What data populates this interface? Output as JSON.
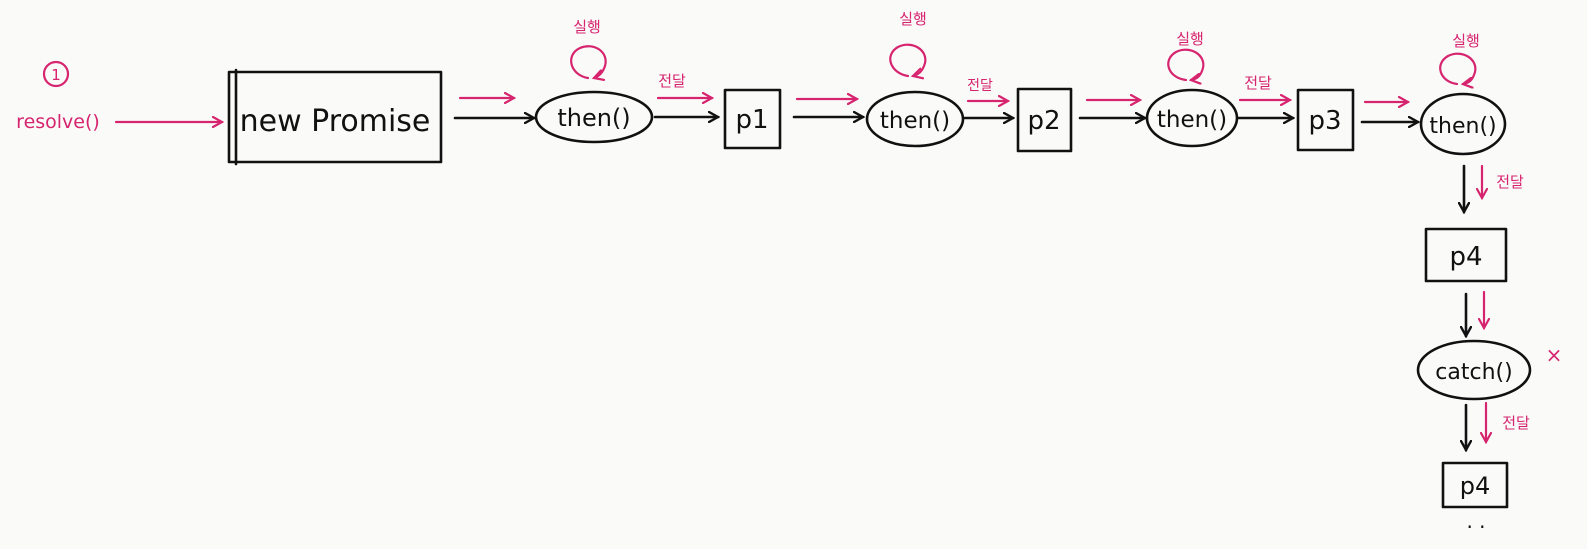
{
  "colors": {
    "ink": "#111111",
    "accent": "#d6246e",
    "background": "#fafaf9"
  },
  "step_marker": "1",
  "start_label": "resolve()",
  "main_chain": [
    {
      "id": "promise",
      "kind": "box",
      "label": "new Promise"
    },
    {
      "id": "then1",
      "kind": "ellipse",
      "label": "then()",
      "loop_label": "실행"
    },
    {
      "id": "p1",
      "kind": "box",
      "label": "p1"
    },
    {
      "id": "then2",
      "kind": "ellipse",
      "label": "then()",
      "loop_label": "실행"
    },
    {
      "id": "p2",
      "kind": "box",
      "label": "p2"
    },
    {
      "id": "then3",
      "kind": "ellipse",
      "label": "then()",
      "loop_label": "실행"
    },
    {
      "id": "p3",
      "kind": "box",
      "label": "p3"
    },
    {
      "id": "then4",
      "kind": "ellipse",
      "label": "then()",
      "loop_label": "실행"
    }
  ],
  "vertical_chain": [
    {
      "id": "p4a",
      "kind": "box",
      "label": "p4"
    },
    {
      "id": "catch",
      "kind": "ellipse",
      "label": "catch()",
      "side_mark": "×"
    },
    {
      "id": "p4b",
      "kind": "box",
      "label": "p4"
    }
  ],
  "edge_labels": {
    "then1_to_p1": "전달",
    "then2_to_p2": "전달",
    "then3_to_p3": "전달",
    "then4_to_p4": "전달",
    "catch_to_p4": "전달"
  },
  "continuation": "· ·"
}
